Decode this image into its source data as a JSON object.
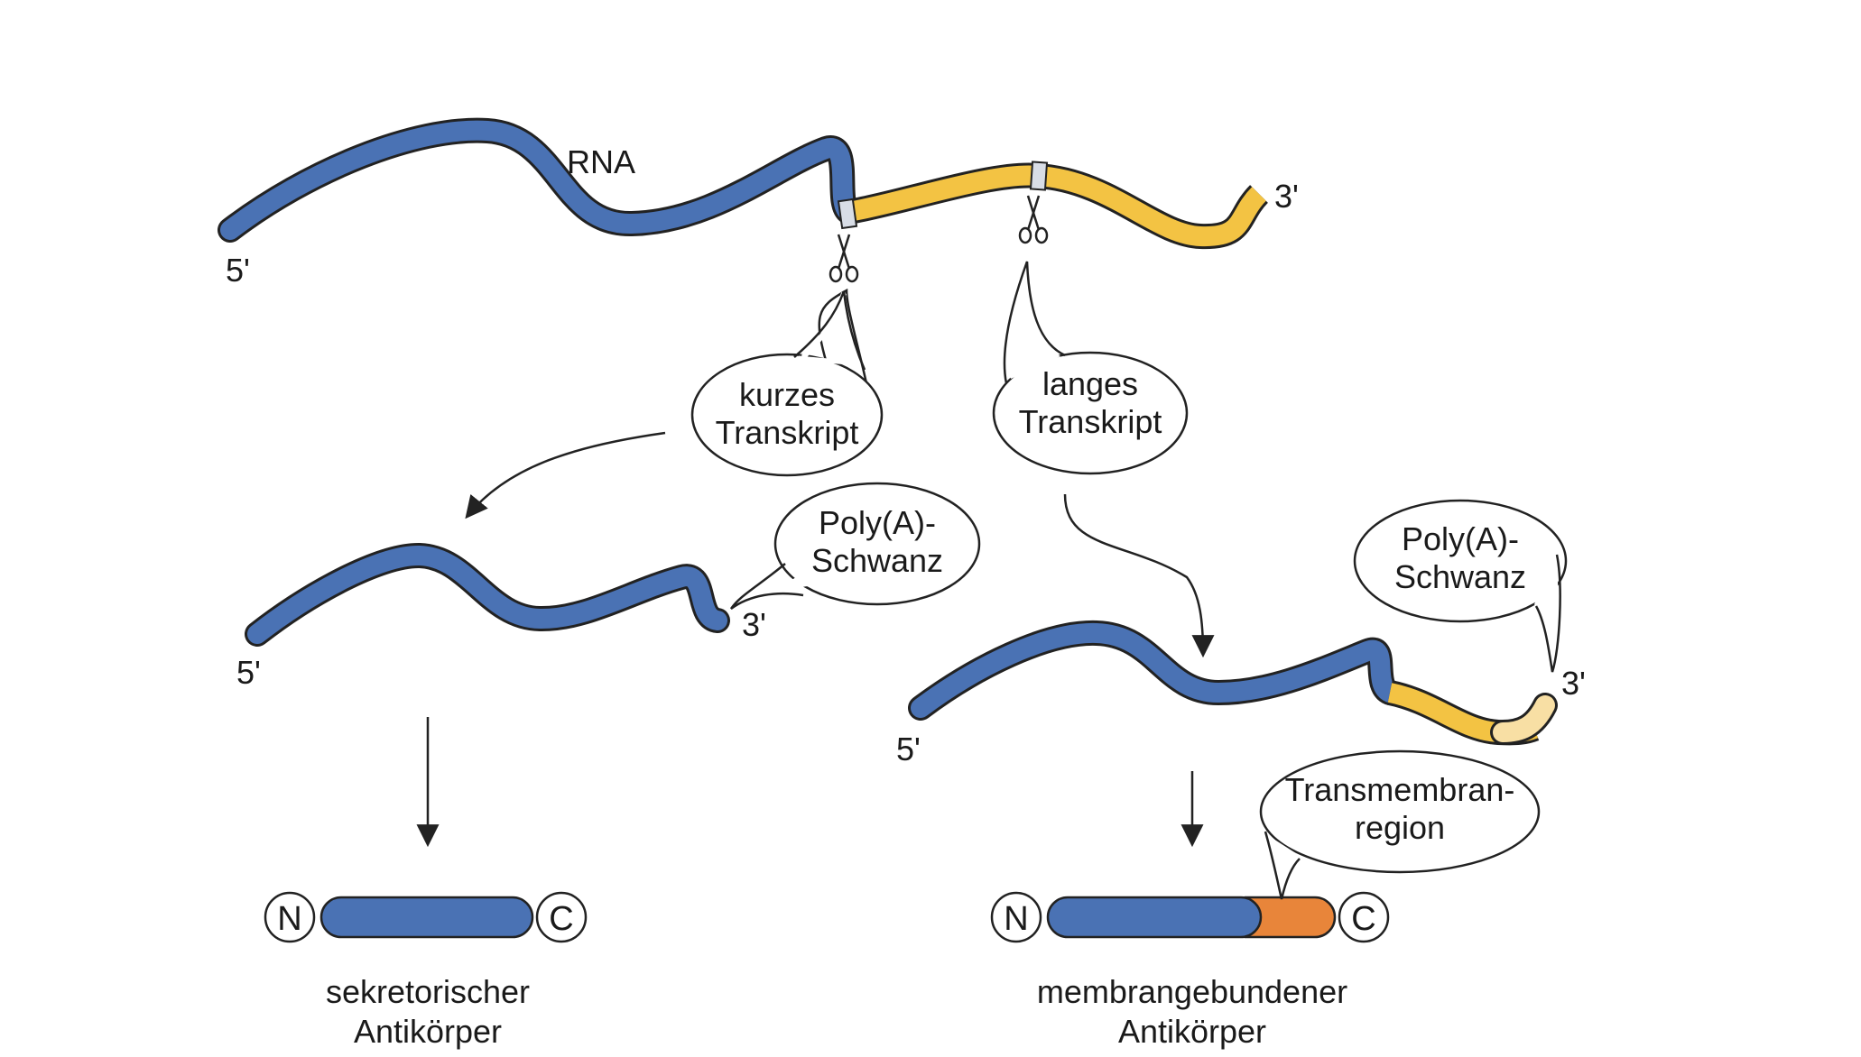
{
  "colors": {
    "blue": "#4a72b4",
    "yellow": "#f3c343",
    "pale_yellow": "#f8dfa4",
    "orange": "#e8853a",
    "cleavage_site": "#d8dde6",
    "outline": "#222222"
  },
  "rna": {
    "label": "RNA",
    "five_prime": "5'",
    "three_prime": "3'"
  },
  "icons": {
    "cleavage": "scissors-icon"
  },
  "callouts": {
    "short_line1": "kurzes",
    "short_line2": "Transkript",
    "long_line1": "langes",
    "long_line2": "Transkript",
    "polya_left_line1": "Poly(A)-",
    "polya_left_line2": "Schwanz",
    "polya_right_line1": "Poly(A)-",
    "polya_right_line2": "Schwanz",
    "tm_line1": "Transmembran-",
    "tm_line2": "region"
  },
  "short_mrna": {
    "five_prime": "5'",
    "three_prime": "3'"
  },
  "long_mrna": {
    "five_prime": "5'",
    "three_prime": "3'"
  },
  "protein_left": {
    "n_term": "N",
    "c_term": "C",
    "label_line1": "sekretorischer",
    "label_line2": "Antikörper"
  },
  "protein_right": {
    "n_term": "N",
    "c_term": "C",
    "label_line1": "membrangebundener",
    "label_line2": "Antikörper"
  }
}
